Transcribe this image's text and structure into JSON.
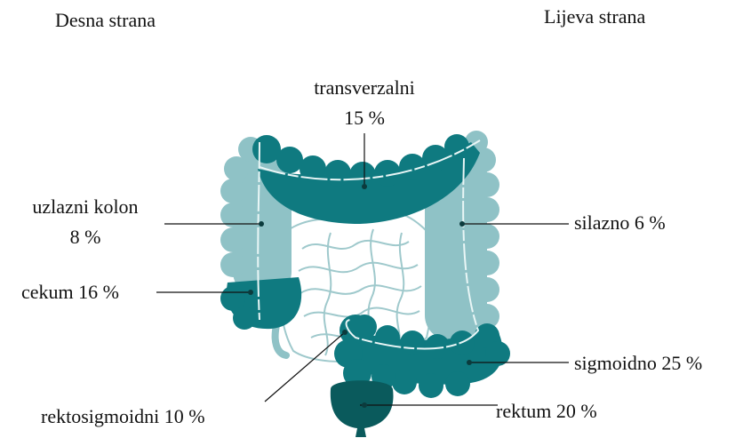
{
  "header": {
    "right_side": "Desna strana",
    "left_side": "Lijeva strana"
  },
  "segments": {
    "transverse": {
      "name": "transverzalni",
      "percent": "15 %"
    },
    "ascending": {
      "name": "uzlazni kolon",
      "percent": "8 %"
    },
    "cecum": "cekum 16 %",
    "descending": "silazno 6 %",
    "sigmoid": "sigmoidno 25 %",
    "rectosigmoid": "rektosigmoidni 10 %",
    "rectum": "rektum 20 %"
  },
  "colors": {
    "dark_teal": "#0f7a80",
    "light_teal": "#8fc2c6",
    "rectum": "#0a5a5c",
    "small_intestine_outline": "#9fc9cc"
  }
}
